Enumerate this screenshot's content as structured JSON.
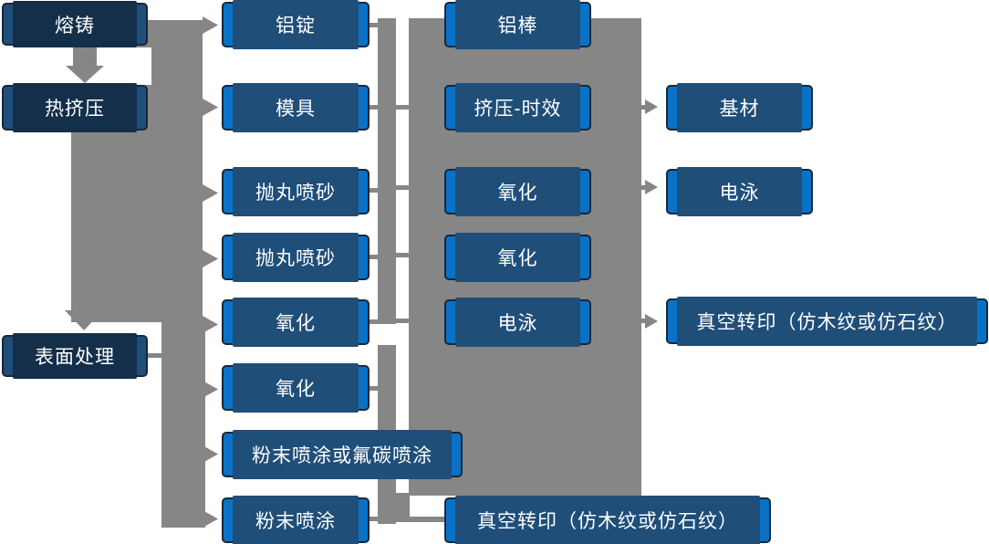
{
  "diagram_title": "aluminum-profile-process-flowchart",
  "colors": {
    "box_blue": "#0A72C6",
    "box_navy": "#1F4E79",
    "box_border": "#14283C",
    "connector_gray": "#868686",
    "shadow_navy": "#1F4E79",
    "text_white": "#FFFFFF"
  },
  "nodes": [
    {
      "id": "melting-casting",
      "label": "熔铸"
    },
    {
      "id": "hot-extrusion",
      "label": "热挤压"
    },
    {
      "id": "surface-treatment",
      "label": "表面处理"
    },
    {
      "id": "aluminum-ingot",
      "label": "铝锭"
    },
    {
      "id": "mold",
      "label": "模具"
    },
    {
      "id": "shot-blasting-1",
      "label": "抛丸喷砂"
    },
    {
      "id": "shot-blasting-2",
      "label": "抛丸喷砂"
    },
    {
      "id": "oxidation-1",
      "label": "氧化"
    },
    {
      "id": "oxidation-2",
      "label": "氧化"
    },
    {
      "id": "powder-or-fluorocarbon",
      "label": "粉末喷涂或氟碳喷涂"
    },
    {
      "id": "powder-coating",
      "label": "粉末喷涂"
    },
    {
      "id": "aluminum-rod",
      "label": "铝棒"
    },
    {
      "id": "extrusion-aging",
      "label": "挤压-时效"
    },
    {
      "id": "oxidation-3",
      "label": "氧化"
    },
    {
      "id": "oxidation-4",
      "label": "氧化"
    },
    {
      "id": "electrophoresis-1",
      "label": "电泳"
    },
    {
      "id": "vacuum-transfer-print-1",
      "label": "真空转印（仿木纹或仿石纹）"
    },
    {
      "id": "base-material",
      "label": "基材"
    },
    {
      "id": "electrophoresis-2",
      "label": "电泳"
    },
    {
      "id": "vacuum-transfer-print-2",
      "label": "真空转印（仿木纹或仿石纹）"
    }
  ]
}
